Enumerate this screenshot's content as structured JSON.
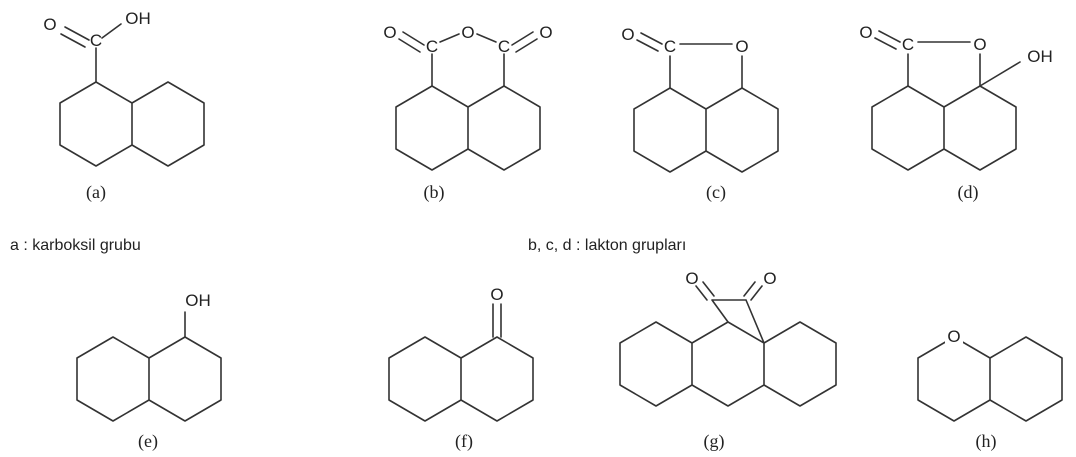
{
  "captions": {
    "carboxyl": "a : karboksil grubu",
    "lactone": "b, c, d : lakton grupları"
  },
  "structures": [
    {
      "id": "a",
      "label": "(a)",
      "atoms": [
        "O",
        "C",
        "OH"
      ]
    },
    {
      "id": "b",
      "label": "(b)",
      "atoms": [
        "O",
        "C",
        "O",
        "C",
        "O"
      ]
    },
    {
      "id": "c",
      "label": "(c)",
      "atoms": [
        "O",
        "C",
        "O"
      ]
    },
    {
      "id": "d",
      "label": "(d)",
      "atoms": [
        "O",
        "C",
        "O",
        "OH"
      ]
    },
    {
      "id": "e",
      "label": "(e)",
      "atoms": [
        "OH"
      ]
    },
    {
      "id": "f",
      "label": "(f)",
      "atoms": [
        "O"
      ]
    },
    {
      "id": "g",
      "label": "(g)",
      "atoms": [
        "O",
        "O"
      ]
    },
    {
      "id": "h",
      "label": "(h)",
      "atoms": [
        "O"
      ]
    }
  ],
  "colors": {
    "line": "#333333",
    "text": "#222222",
    "background": "#ffffff"
  }
}
